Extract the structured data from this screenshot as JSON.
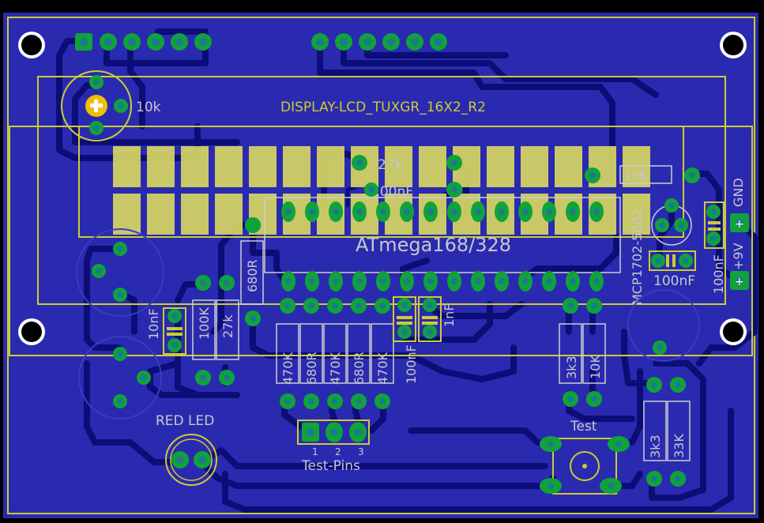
{
  "board": {
    "colors": {
      "background": "#000000",
      "copper_pour": "#2a2ab0",
      "trace": "#0d0d78",
      "pad": "#0fa33a",
      "silkscreen": "#cccc33",
      "label": "#c8c8c8"
    },
    "labels": {
      "display_name": "DISPLAY-LCD_TUXGR_16X2_R2",
      "mcu": "ATmega168/328",
      "regulator": "MCP1702-5002",
      "pot": "10k",
      "r_27k_top": "27k",
      "c_100nf_top": "100nF",
      "r_10k_right": "10K",
      "c_100nf_right": "100nF",
      "c_100nf_vertical": "100nF",
      "gnd": "GND",
      "vin": "+9V",
      "r_680r_left": "680R",
      "c_10nf": "10nF",
      "r_100k": "100K",
      "r_27k": "27k",
      "r_470k_1": "470K",
      "r_680r_1": "680R",
      "r_470k_2": "470K",
      "r_680r_2": "680R",
      "r_470k_3": "470K",
      "c_100nf_mid": "100nF",
      "c_1nf": "1nF",
      "r_3k3_mid": "3k3",
      "r_10k_mid": "10K",
      "r_3k3_right": "3k3",
      "r_33k_right": "33K",
      "red_led": "RED LED",
      "test_btn": "Test",
      "test_pins": "Test-Pins",
      "pin_1": "1",
      "pin_2": "2",
      "pin_3": "3"
    }
  }
}
